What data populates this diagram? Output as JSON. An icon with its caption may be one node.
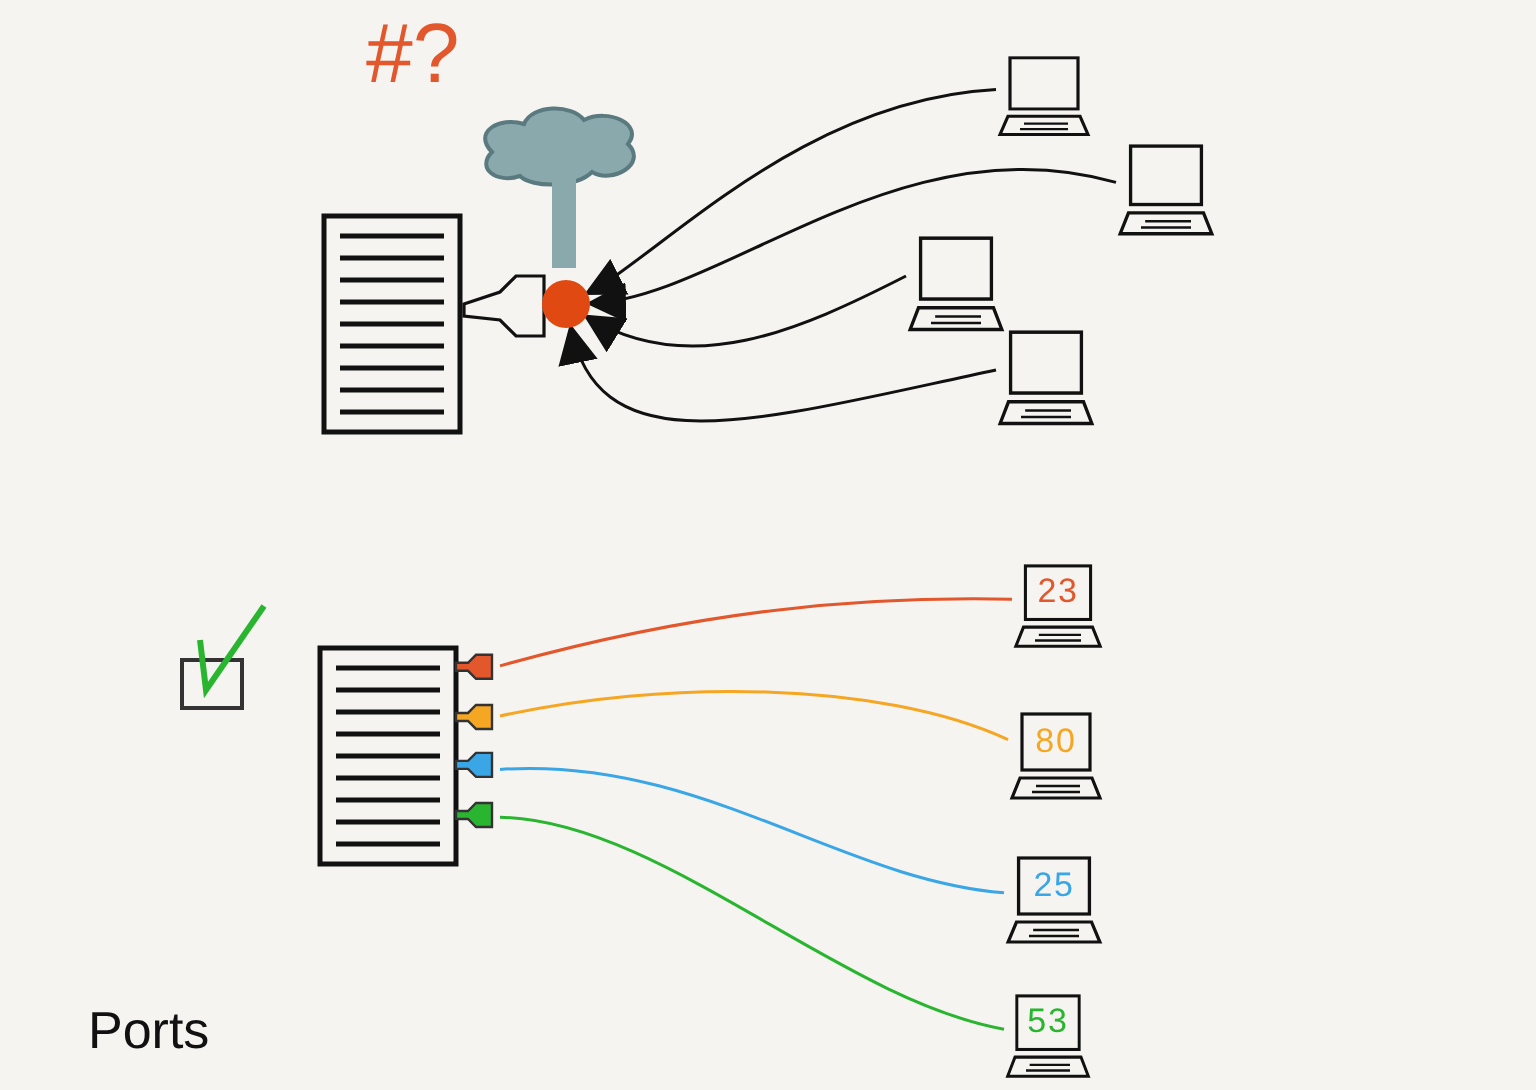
{
  "diagram": {
    "nodes": [
      {
        "text": [],
        "shape": "picture"
      },
      {
        "text": [],
        "shape": "circle"
      },
      {
        "text": [],
        "shape": "laptop"
      },
      {
        "text": [],
        "shape": "laptop"
      },
      {
        "text": [],
        "shape": "laptop"
      },
      {
        "text": [],
        "shape": "laptop"
      },
      {
        "text": [],
        "shape": "picture"
      },
      {
        "text": [
          "23"
        ]
      },
      {
        "text": [
          "80"
        ]
      },
      {
        "text": [
          "25"
        ]
      },
      {
        "text": [
          "53"
        ]
      }
    ],
    "edges": [
      {
        "from": 2,
        "to": 1,
        "arrow": "to"
      },
      {
        "from": 3,
        "to": 1,
        "arrow": "to"
      },
      {
        "from": 4,
        "to": 1,
        "arrow": "to"
      },
      {
        "from": 5,
        "to": 1,
        "arrow": "to"
      },
      {
        "from": 6,
        "to": 7,
        "arrow": "none",
        "color": "#e2572b"
      },
      {
        "from": 6,
        "to": 8,
        "arrow": "none",
        "color": "#f5a623"
      },
      {
        "from": 6,
        "to": 9,
        "arrow": "none",
        "color": "#3aa6e6"
      },
      {
        "from": 6,
        "to": 10,
        "arrow": "none",
        "color": "#2ab530"
      }
    ],
    "labels": [
      "#?",
      "Ports"
    ]
  }
}
